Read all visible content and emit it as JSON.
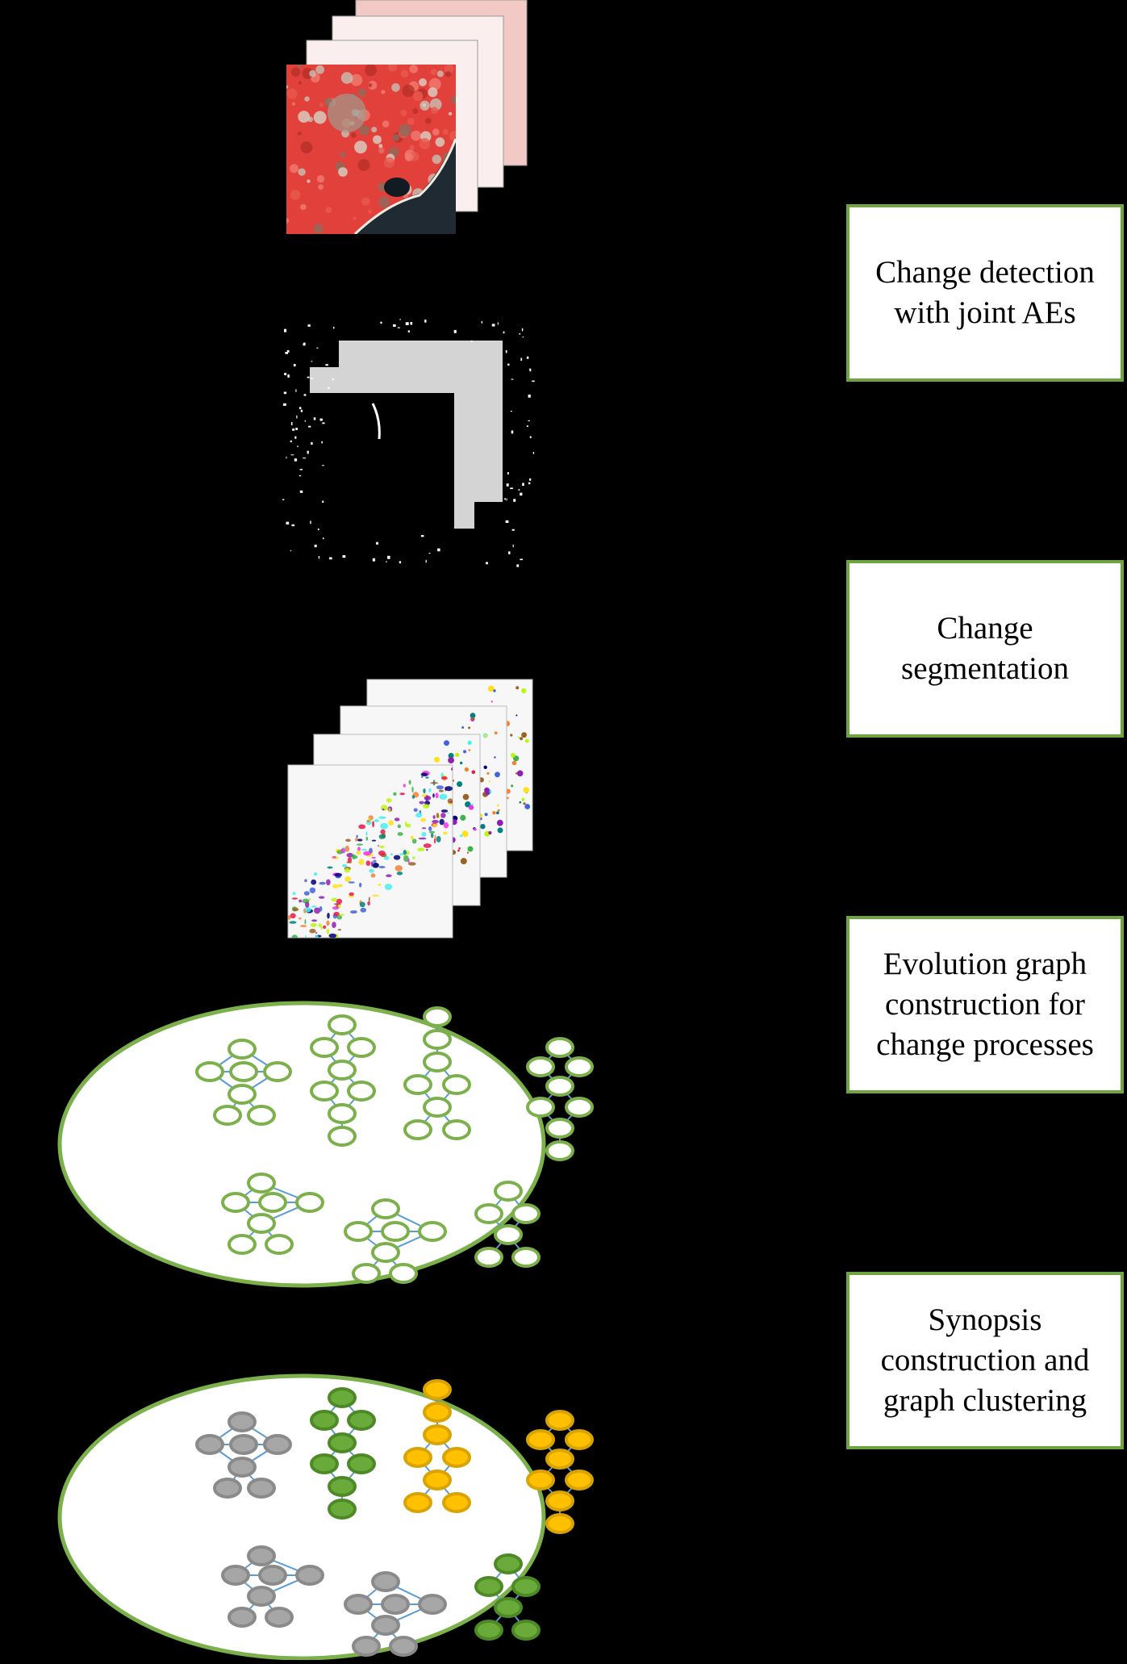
{
  "steps": [
    {
      "label": "Change detection with joint AEs"
    },
    {
      "label": "Change segmentation"
    },
    {
      "label": "Evolution graph construction for change processes"
    },
    {
      "label": "Synopsis construction and graph clustering"
    }
  ],
  "colors": {
    "background": "#000000",
    "box_border": "#6fa540",
    "ellipse_border": "#7bb04a",
    "edge": "#5b9bd5",
    "node_outline": "#7bb04a",
    "cluster_gray": "#a6a6a6",
    "cluster_green": "#6aaa3a",
    "cluster_yellow": "#ffc000",
    "satellite_red": "#e2403a",
    "water_dark": "#1f2a33"
  },
  "icons": [
    "satellite-image-stack-icon",
    "change-mask-stack-icon",
    "segmentation-map-stack-icon",
    "evolution-graph-ellipse-icon",
    "clustered-graph-ellipse-icon"
  ]
}
